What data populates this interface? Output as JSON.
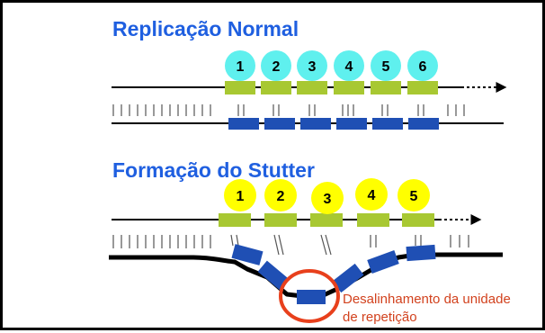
{
  "normal": {
    "title": "Replicação Normal",
    "units": [
      "1",
      "2",
      "3",
      "4",
      "5",
      "6"
    ]
  },
  "stutter": {
    "title": "Formação do Stutter",
    "units": [
      "1",
      "2",
      "3",
      "4",
      "5"
    ],
    "annotation_line1": "Desalinhamento da unidade",
    "annotation_line2": "de repetição"
  },
  "colors": {
    "title": "#1f5fe0",
    "circle_normal": "#5ff0ee",
    "circle_stutter": "#ffff00",
    "repeat_top": "#a8c832",
    "repeat_bottom": "#1f4fb4",
    "annotation": "#d2421e",
    "highlight_ring": "#e8401c",
    "strand": "#000000"
  }
}
